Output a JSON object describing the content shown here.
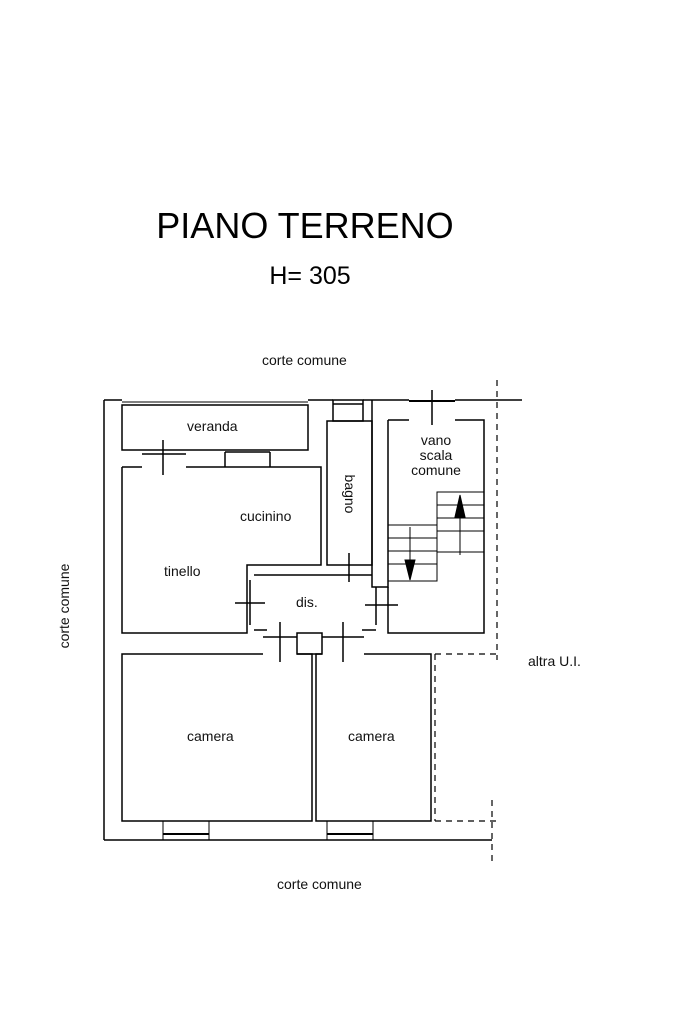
{
  "title": "PIANO TERRENO",
  "height_label": "H= 305",
  "surroundings": {
    "top": "corte comune",
    "bottom": "corte comune",
    "left": "corte comune",
    "right": "altra U.I."
  },
  "rooms": {
    "veranda": "veranda",
    "vano_1": "vano",
    "vano_2": "scala",
    "vano_3": "comune",
    "bagno": "bagno",
    "cucinino": "cucinino",
    "tinello": "tinello",
    "dis": "dis.",
    "camera_left": "camera",
    "camera_right": "camera"
  }
}
